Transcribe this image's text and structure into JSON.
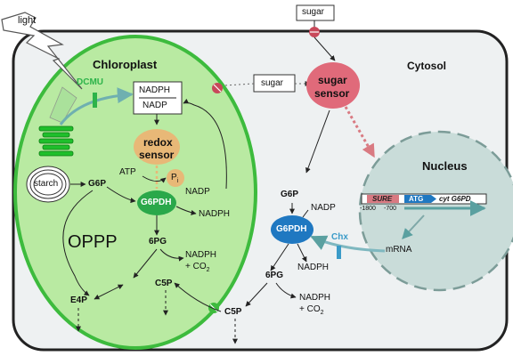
{
  "labels": {
    "light": "light",
    "dcmu": "DCMU",
    "chloroplast": "Chloroplast",
    "cytosol": "Cytosol",
    "nucleus": "Nucleus",
    "sugar_top": "sugar",
    "sugar_mid": "sugar",
    "sugar_sensor_line1": "sugar",
    "sugar_sensor_line2": "sensor",
    "nadph_box_top": "NADPH",
    "nadph_box_bottom": "NADP",
    "redox_line1": "redox",
    "redox_line2": "sensor",
    "atp": "ATP",
    "pi": "P",
    "pi_sub": "i",
    "starch": "starch",
    "g6p_chl": "G6P",
    "g6pdh_chl": "G6PDH",
    "nadp_chl": "NADP",
    "nadph_chl": "NADPH",
    "oppp": "OPPP",
    "pg6_chl": "6PG",
    "nadph_co2_chl_1": "NADPH",
    "nadph_co2_chl_2": "+ CO",
    "c5p_chl": "C5P",
    "e4p": "E4P",
    "c5p_cyt": "C5P",
    "g6p_cyt": "G6P",
    "nadp_cyt": "NADP",
    "g6pdh_cyt": "G6PDH",
    "nadph_cyt": "NADPH",
    "pg6_cyt": "6PG",
    "nadph_co2_cyt_1": "NADPH",
    "nadph_co2_cyt_2": "+ CO",
    "co2_sub": "2",
    "chx": "Chx",
    "mrna": "mRNA",
    "sure": "SURE",
    "atg": "ATG",
    "cyt_g6pd": "cyt G6PD",
    "pos_1800": "-1800",
    "pos_700": "-700"
  },
  "colors": {
    "cell_fill": "#eef1f2",
    "chloroplast_fill": "#b9eaa2",
    "chloroplast_stroke": "#3dbb3d",
    "sugar_sensor": "#e06a7a",
    "redox_sensor": "#e8b877",
    "g6pdh": "#1f78c1",
    "nucleus_fill": "#c9dcd9",
    "chx": "#3a9bc8",
    "signal_arrow": "#d97a82",
    "dcmu": "#2db34a"
  },
  "icons": [
    "lightning-icon",
    "thylakoid-stack-icon",
    "starch-granule-icon",
    "transporter-icon"
  ]
}
